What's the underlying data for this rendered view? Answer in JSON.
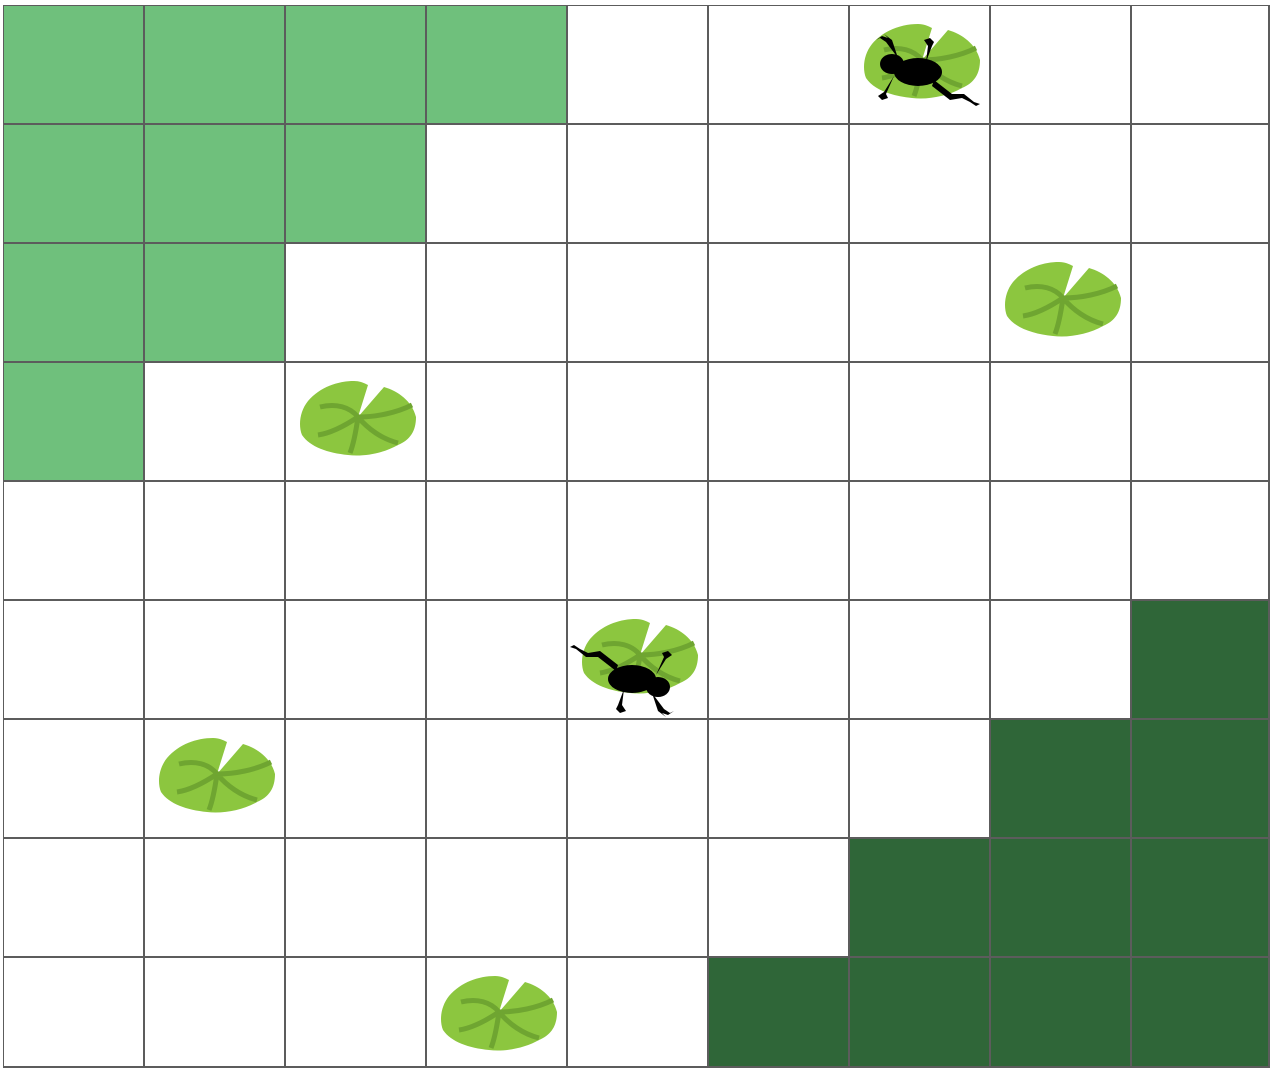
{
  "board": {
    "rows": 9,
    "cols": 9,
    "cell_types": [
      [
        "light",
        "light",
        "light",
        "light",
        "water",
        "water",
        "pad-frog-a",
        "water",
        "water"
      ],
      [
        "light",
        "light",
        "light",
        "water",
        "water",
        "water",
        "water",
        "water",
        "water"
      ],
      [
        "light",
        "light",
        "water",
        "water",
        "water",
        "water",
        "water",
        "pad",
        "water"
      ],
      [
        "light",
        "water",
        "pad",
        "water",
        "water",
        "water",
        "water",
        "water",
        "water"
      ],
      [
        "water",
        "water",
        "water",
        "water",
        "water",
        "water",
        "water",
        "water",
        "water"
      ],
      [
        "water",
        "water",
        "water",
        "water",
        "pad-frog-b",
        "water",
        "water",
        "water",
        "dark"
      ],
      [
        "water",
        "pad",
        "water",
        "water",
        "water",
        "water",
        "water",
        "dark",
        "dark"
      ],
      [
        "water",
        "water",
        "water",
        "water",
        "water",
        "water",
        "dark",
        "dark",
        "dark"
      ],
      [
        "water",
        "water",
        "water",
        "pad",
        "water",
        "dark",
        "dark",
        "dark",
        "dark"
      ]
    ]
  },
  "colors": {
    "water": "#ffffff",
    "light_zone": "#6fc07c",
    "dark_zone": "#2f6638",
    "grid_line": "#5c5c5c",
    "lily_pad": "#8cc63f",
    "lily_pad_shade": "#6fa531",
    "frog": "#000000"
  },
  "icons": {
    "lily_pad": "lily-pad-icon",
    "frog": "frog-icon"
  }
}
